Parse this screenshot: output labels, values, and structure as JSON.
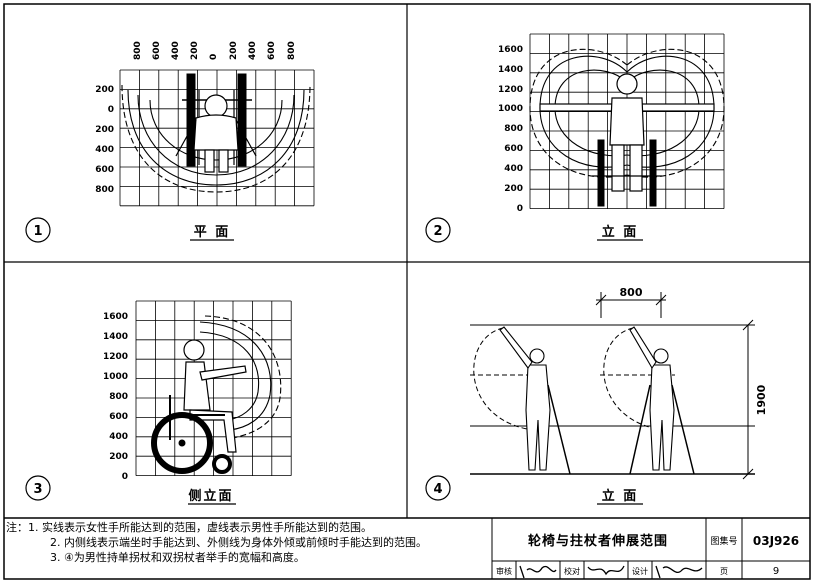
{
  "panels": [
    {
      "number": "1",
      "caption": "平 面",
      "x_ticks": [
        "800",
        "600",
        "400",
        "200",
        "0",
        "200",
        "400",
        "600",
        "800"
      ],
      "y_ticks": [
        "200",
        "0",
        "200",
        "400",
        "600",
        "800"
      ]
    },
    {
      "number": "2",
      "caption": "立 面",
      "y_ticks": [
        "1600",
        "1400",
        "1200",
        "1000",
        "800",
        "600",
        "400",
        "200",
        "0"
      ]
    },
    {
      "number": "3",
      "caption": "侧立面",
      "y_ticks": [
        "1600",
        "1400",
        "1200",
        "1000",
        "800",
        "600",
        "400",
        "200",
        "0"
      ]
    },
    {
      "number": "4",
      "caption": "立 面",
      "dim_width": "800",
      "dim_height": "1900"
    }
  ],
  "notes": [
    "注：1. 实线表示女性手所能达到的范围，虚线表示男性手所能达到的范围。",
    "2. 内侧线表示端坐时手能达到、外侧线为身体外倾或前倾时手能达到的范围。",
    "3. ④为男性持单拐杖和双拐杖者举手的宽幅和高度。"
  ],
  "title_block": {
    "title": "轮椅与拄杖者伸展范围",
    "atlas_label": "图集号",
    "atlas_no": "03J926",
    "review_label": "审核",
    "check_label": "校对",
    "design_label": "设计",
    "page_label": "页",
    "page_no": "9"
  }
}
